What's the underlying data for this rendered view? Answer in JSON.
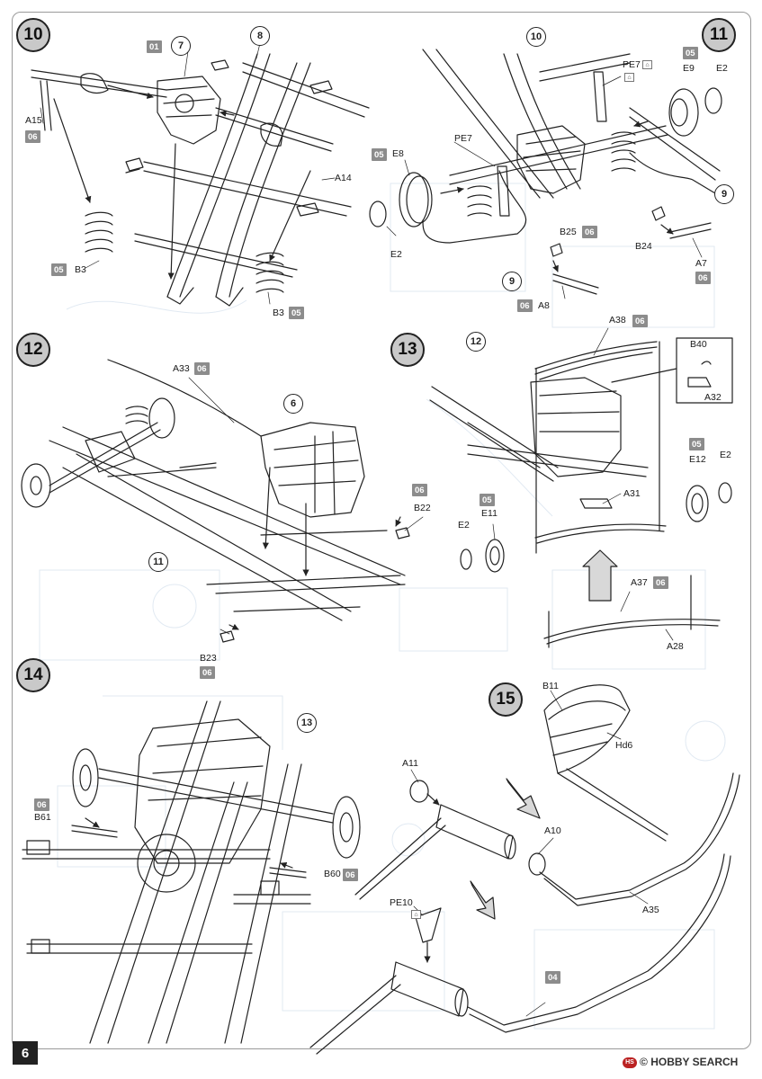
{
  "page": {
    "number": "6"
  },
  "watermark": {
    "text": "HOBBY SEARCH",
    "mark": "©"
  },
  "steps": [
    {
      "number": "10",
      "callouts": [
        "7",
        "8"
      ],
      "labels": [
        "A15",
        "A14",
        "B3",
        "B3"
      ],
      "sprues": [
        "01",
        "06",
        "05",
        "05"
      ]
    },
    {
      "number": "11",
      "callouts": [
        "10",
        "9",
        "9"
      ],
      "labels": [
        "PE7",
        "E9",
        "E2",
        "PE7",
        "E8",
        "E2",
        "B25",
        "B24",
        "A7",
        "A8"
      ],
      "sprues": [
        "05",
        "05",
        "06",
        "06",
        "06"
      ]
    },
    {
      "number": "12",
      "callouts": [
        "6",
        "11"
      ],
      "labels": [
        "A33",
        "B22",
        "B23"
      ],
      "sprues": [
        "06",
        "06",
        "06"
      ]
    },
    {
      "number": "13",
      "callouts": [
        "12"
      ],
      "labels": [
        "A38",
        "B40",
        "A32",
        "E12",
        "E2",
        "A31",
        "E11",
        "E2",
        "A37",
        "A28"
      ],
      "sprues": [
        "06",
        "05",
        "05",
        "06"
      ]
    },
    {
      "number": "14",
      "callouts": [
        "13"
      ],
      "labels": [
        "B61",
        "B60"
      ],
      "sprues": [
        "06",
        "06"
      ]
    },
    {
      "number": "15",
      "callouts": [],
      "labels": [
        "B11",
        "Hd6",
        "A11",
        "A10",
        "A35",
        "PE10"
      ],
      "sprues": [
        "04"
      ]
    }
  ],
  "colors": {
    "ink": "#222222",
    "sprue_tag": "#8c8c8c",
    "step_circle": "#c9c9c9",
    "hollow_arrow": "#d8d8d8"
  }
}
